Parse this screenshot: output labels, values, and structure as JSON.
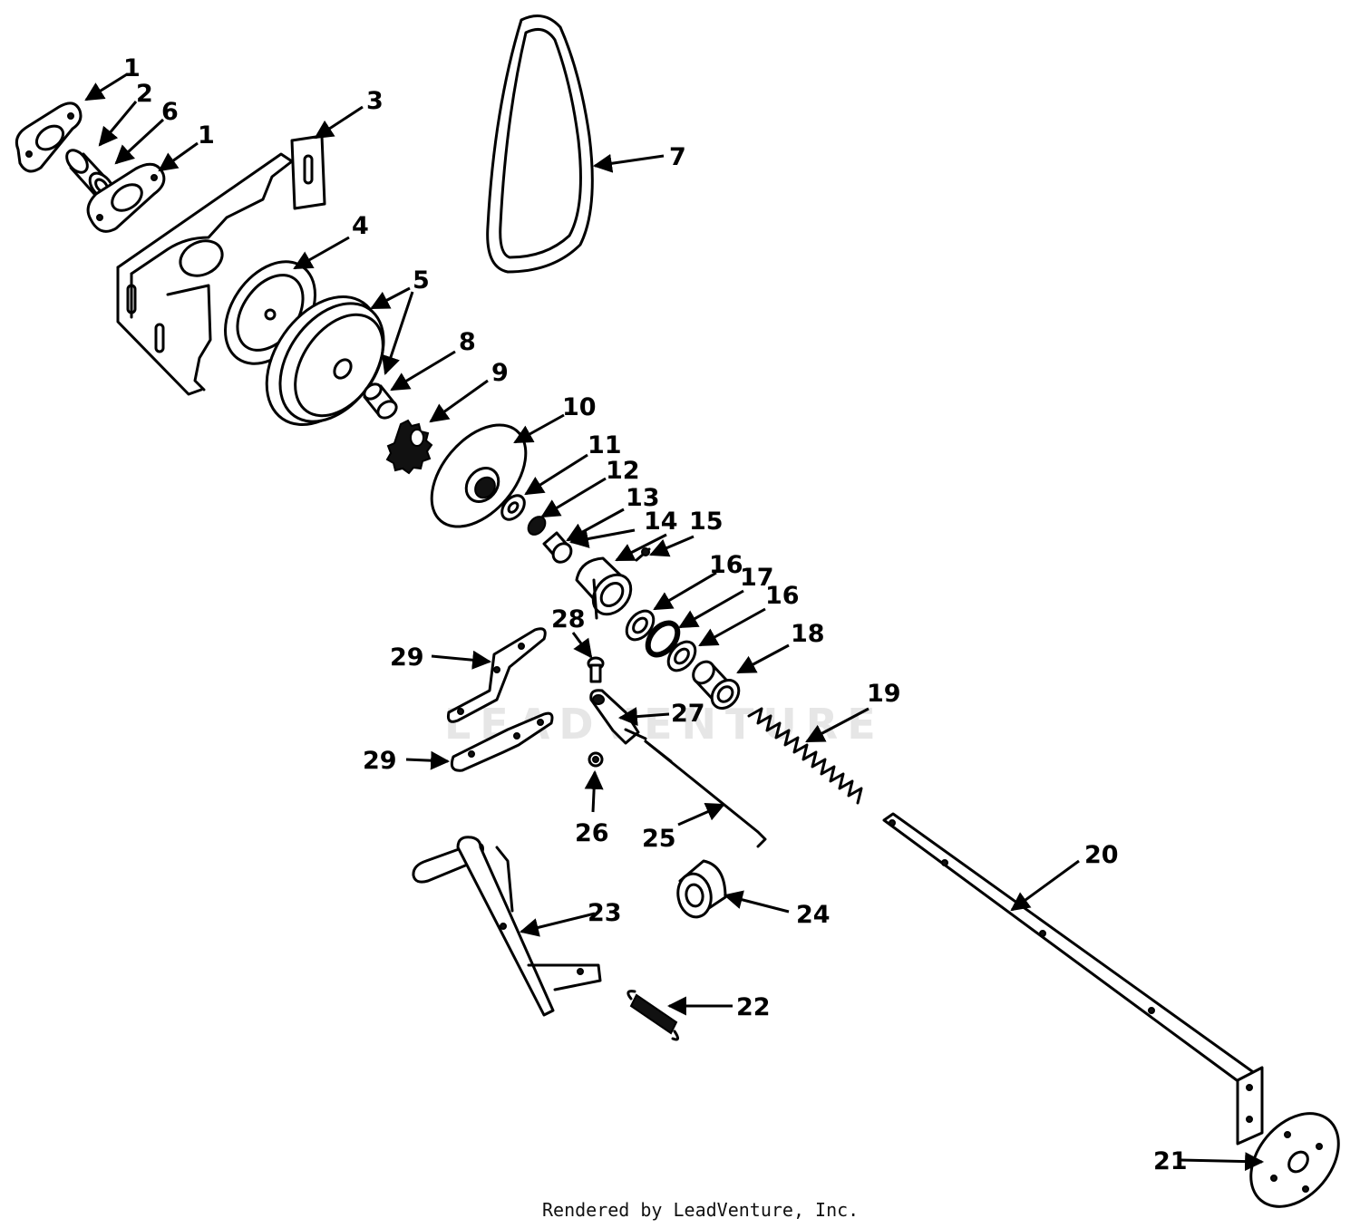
{
  "watermark": "LEADVENTURE",
  "credit": "Rendered by LeadVenture, Inc.",
  "callouts": {
    "c1a": "1",
    "c2": "2",
    "c6": "6",
    "c1b": "1",
    "c3": "3",
    "c7": "7",
    "c4": "4",
    "c5": "5",
    "c8": "8",
    "c9": "9",
    "c10": "10",
    "c11": "11",
    "c12": "12",
    "c13": "13",
    "c14": "14",
    "c15": "15",
    "c16a": "16",
    "c17": "17",
    "c16b": "16",
    "c18": "18",
    "c19": "19",
    "c28": "28",
    "c29a": "29",
    "c27": "27",
    "c29b": "29",
    "c26": "26",
    "c25": "25",
    "c20": "20",
    "c23": "23",
    "c24": "24",
    "c22": "22",
    "c21": "21"
  },
  "icons": [
    "arrow-marker"
  ]
}
